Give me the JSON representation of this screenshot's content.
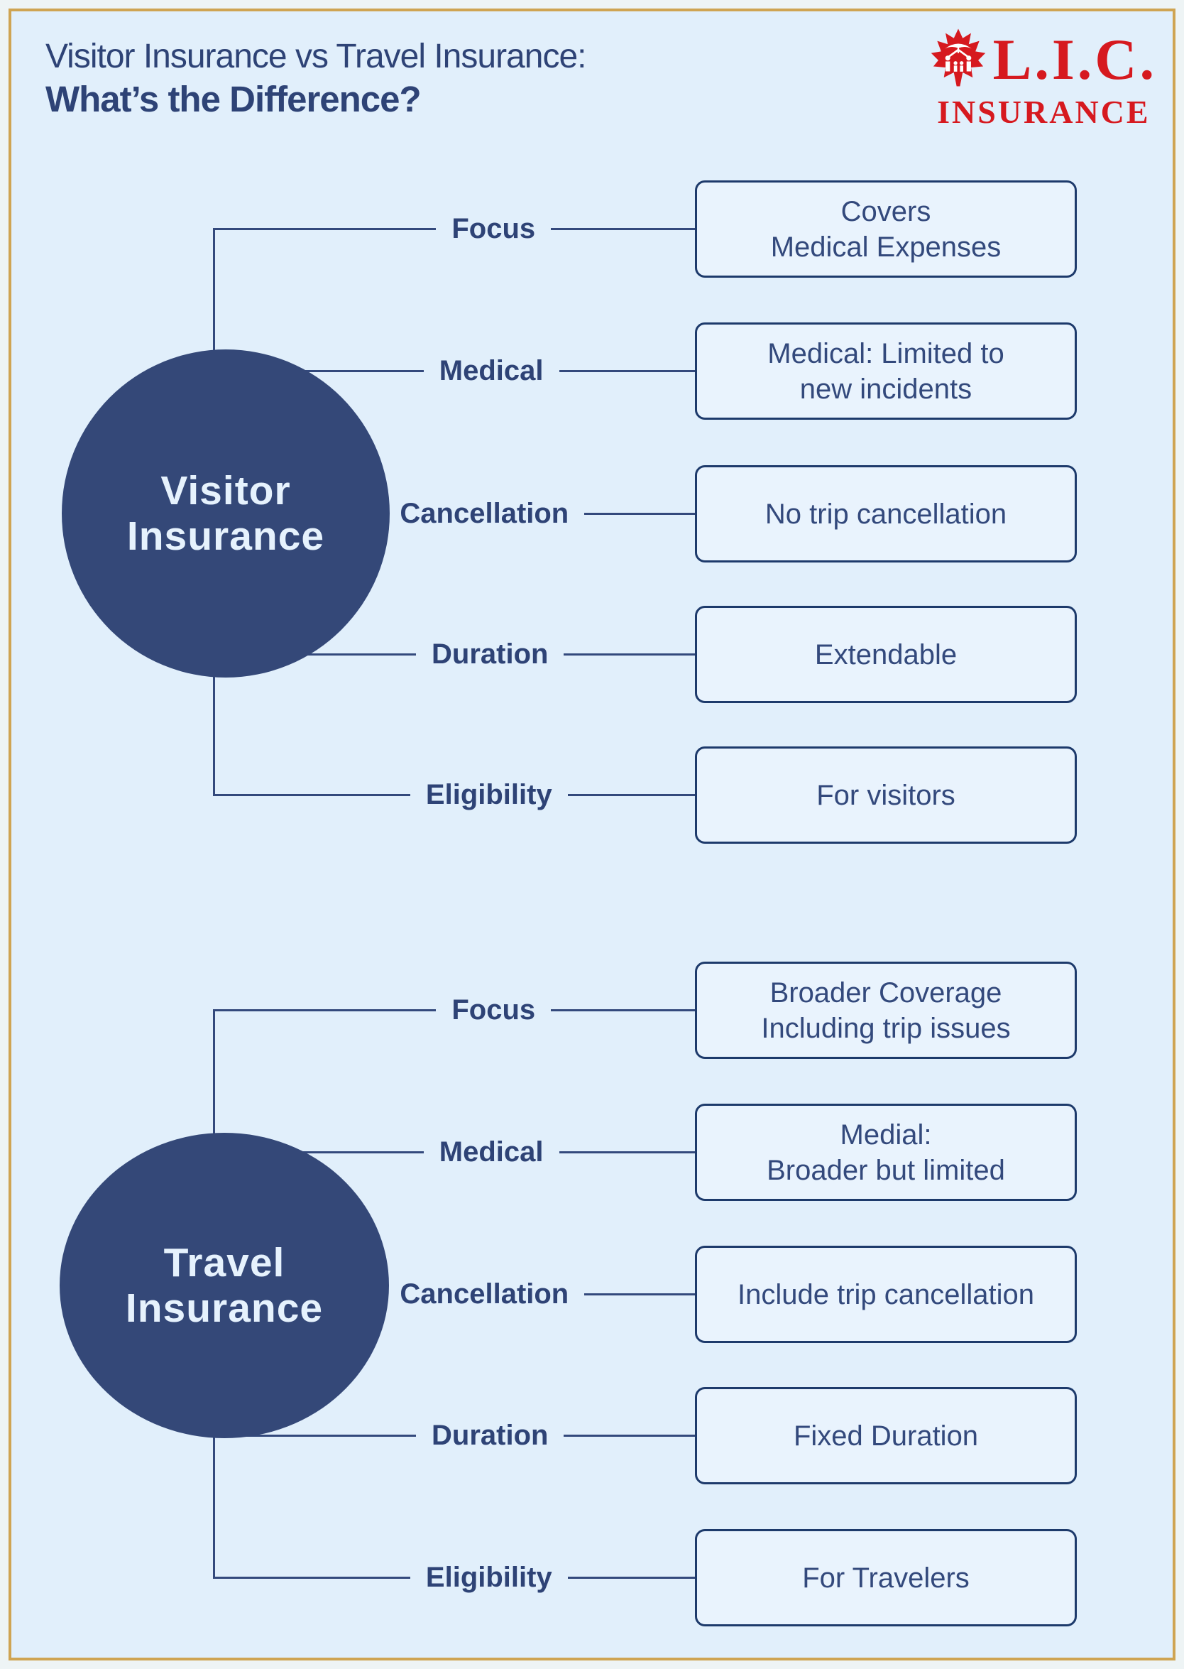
{
  "header": {
    "title_line1": "Visitor Insurance vs Travel Insurance:",
    "title_line2": "What’s the Difference?"
  },
  "logo": {
    "name": "L.I.C.",
    "word": "INSURANCE",
    "icon": "maple-leaf-family-umbrella-icon"
  },
  "groups": [
    {
      "node": "Visitor\nInsurance",
      "rows": [
        {
          "label": "Focus",
          "box": "Covers\nMedical Expenses"
        },
        {
          "label": "Medical",
          "box": "Medical: Limited to\nnew incidents"
        },
        {
          "label": "Cancellation",
          "box": "No trip cancellation"
        },
        {
          "label": "Duration",
          "box": "Extendable"
        },
        {
          "label": "Eligibility",
          "box": "For visitors"
        }
      ]
    },
    {
      "node": "Travel\nInsurance",
      "rows": [
        {
          "label": "Focus",
          "box": "Broader Coverage\nIncluding trip issues"
        },
        {
          "label": "Medical",
          "box": "Medial:\nBroader but limited"
        },
        {
          "label": "Cancellation",
          "box": "Include trip cancellation"
        },
        {
          "label": "Duration",
          "box": "Fixed Duration"
        },
        {
          "label": "Eligibility",
          "box": "For Travelers"
        }
      ]
    }
  ],
  "colors": {
    "page_border_gold": "#cfa452",
    "background_blue": "#e1effb",
    "node_navy": "#344878",
    "line_navy": "#33497c",
    "text_navy": "#2e4376",
    "box_fill": "#e9f3fd",
    "box_border": "#1d3a6b",
    "brand_red": "#d6191f"
  }
}
